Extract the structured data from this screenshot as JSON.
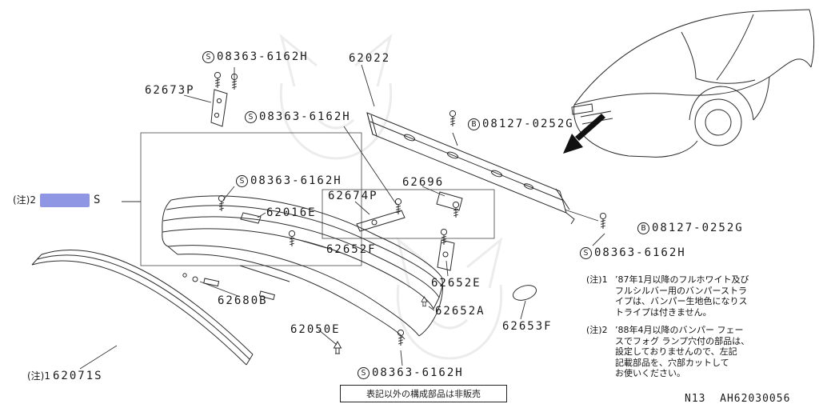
{
  "page": {
    "footer_code": "N13  AH62030056",
    "nonsale_note": "表記以外の構成部品は非販売"
  },
  "fasteners": {
    "s": {
      "prefix": "S",
      "number": "08363-6162H"
    },
    "b": {
      "prefix": "B",
      "number": "08127-0252G"
    }
  },
  "parts": {
    "p62022": "62022",
    "p62673P": "62673P",
    "p62696": "62696",
    "p62674P": "62674P",
    "p62016E": "62016E",
    "p62652F": "62652F",
    "p62652E": "62652E",
    "p62680B": "62680B",
    "p62652A": "62652A",
    "p62653F": "62653F",
    "p62050E": "62050E"
  },
  "stripe_callout": {
    "note_ref": "(注)1",
    "number": "62071S"
  },
  "highlight_callout": {
    "note_ref": "(注)2",
    "visible_suffix": "S",
    "highlight_color": "#8f96e3"
  },
  "notes": {
    "note1_label": "(注)1",
    "note1_lines": [
      "’87年1月以降のフルホワイト及び",
      "フルシルバー用のバンパーストラ",
      "イプは、バンパー生地色になりス",
      "トライプは付きません。"
    ],
    "note2_label": "(注)2",
    "note2_lines": [
      "’88年4月以降のバンパー フェー",
      "スでフォグ ランプ穴付の部品は、",
      "設定しておりませんので、左記",
      "記載部品を、穴部カットして",
      "お使いください。"
    ]
  }
}
